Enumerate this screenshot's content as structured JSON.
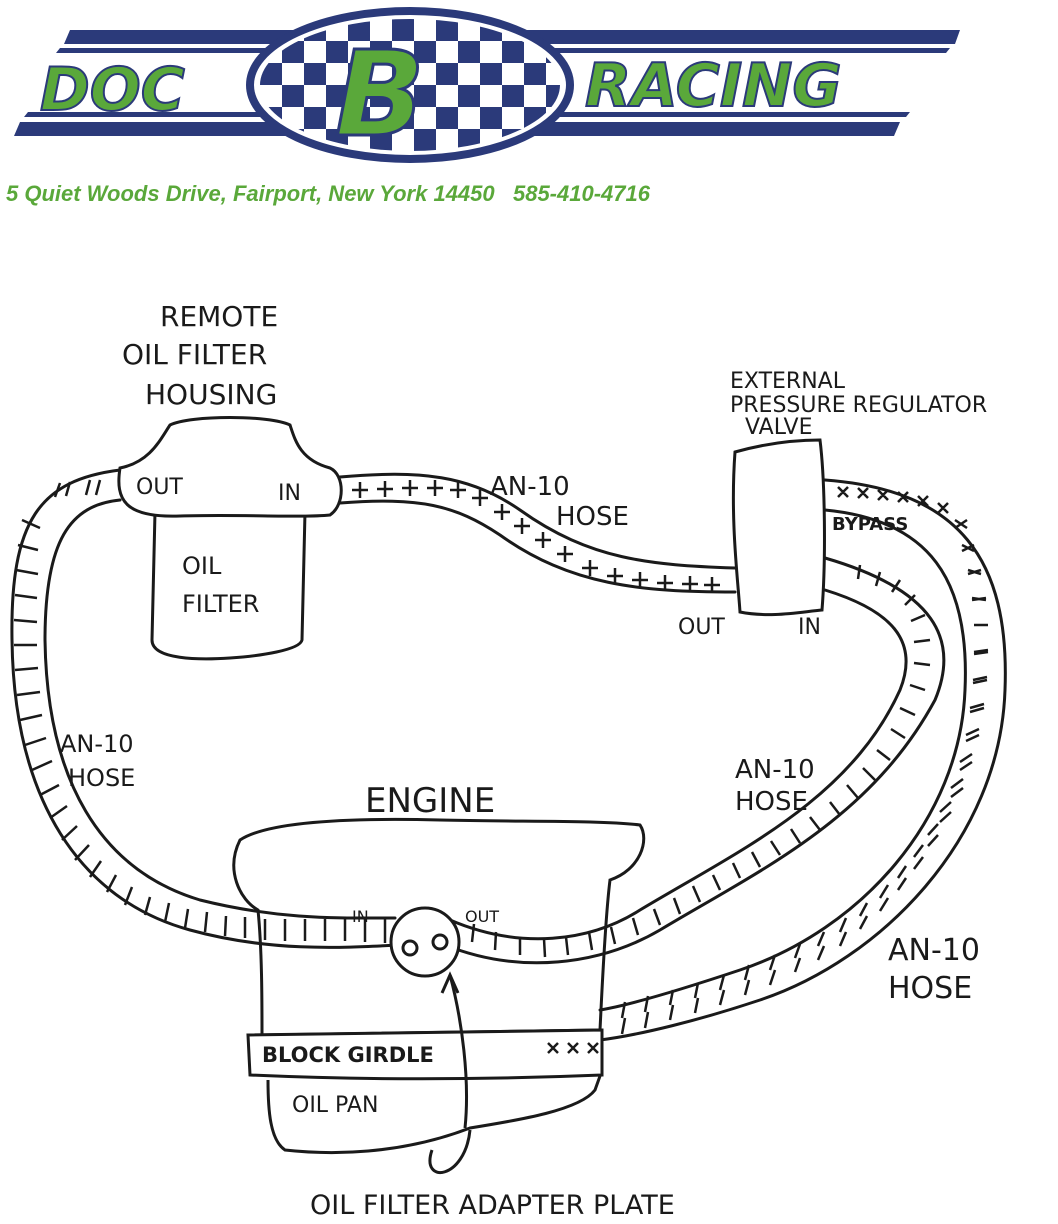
{
  "letterhead": {
    "logo_left": "DOC",
    "logo_center": "B",
    "logo_right": "RACING",
    "address_line": "5 Quiet Woods Drive, Fairport, New York 14450   585-410-4716",
    "colors": {
      "green": "#5aa83a",
      "navy": "#2b3a7a"
    }
  },
  "diagram": {
    "filter_title": [
      "REMOTE",
      "OIL FILTER",
      "HOUSING"
    ],
    "filter_out": "OUT",
    "filter_in": "IN",
    "oil_filter": [
      "OIL",
      "FILTER"
    ],
    "regulator_title": [
      "EXTERNAL",
      "PRESSURE REGULATOR",
      "VALVE"
    ],
    "regulator_out": "OUT",
    "regulator_in": "IN",
    "bypass": "BYPASS",
    "hose_top": [
      "AN-10",
      "HOSE"
    ],
    "hose_left": [
      "AN-10",
      "HOSE"
    ],
    "hose_right_inner": [
      "AN-10",
      "HOSE"
    ],
    "hose_right_outer": [
      "AN-10",
      "HOSE"
    ],
    "engine": "ENGINE",
    "engine_in": "IN",
    "engine_out": "OUT",
    "block_girdle": "BLOCK GIRDLE",
    "oil_pan": "OIL PAN",
    "adapter_plate": "OIL FILTER ADAPTER PLATE"
  }
}
